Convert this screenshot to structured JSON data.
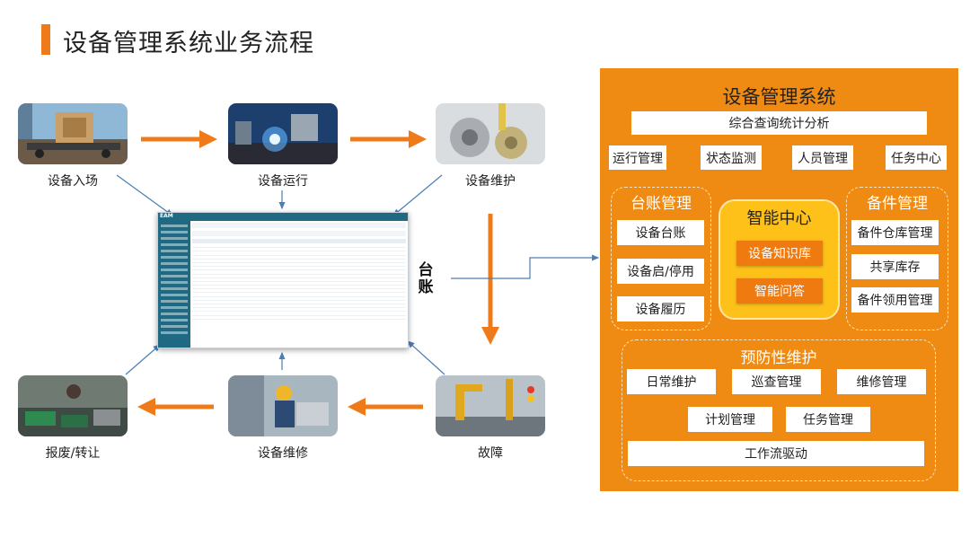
{
  "title": "设备管理系统业务流程",
  "flow": {
    "steps": [
      {
        "label": "设备入场"
      },
      {
        "label": "设备运行"
      },
      {
        "label": "设备维护"
      },
      {
        "label": "故障"
      },
      {
        "label": "设备维修"
      },
      {
        "label": "报废/转让"
      }
    ],
    "screen_logo": "EAM",
    "ledger_label": "台账"
  },
  "system": {
    "title": "设备管理系统",
    "top_bar": "综合查询统计分析",
    "modules": [
      "运行管理",
      "状态监测",
      "人员管理",
      "任务中心"
    ],
    "ledger": {
      "title": "台账管理",
      "items": [
        "设备台账",
        "设备启/停用",
        "设备履历"
      ]
    },
    "smart": {
      "title": "智能中心",
      "items": [
        "设备知识库",
        "智能问答"
      ]
    },
    "spare": {
      "title": "备件管理",
      "items": [
        "备件仓库管理",
        "共享库存",
        "备件领用管理"
      ]
    },
    "preventive": {
      "title": "预防性维护",
      "row1": [
        "日常维护",
        "巡查管理",
        "维修管理"
      ],
      "row2": [
        "计划管理",
        "任务管理"
      ],
      "bottom": "工作流驱动"
    }
  },
  "colors": {
    "accent": "#ef7a1a",
    "panel": "#ef8b12",
    "smart_center": "#fdc11a",
    "connector": "#4a7fb5"
  }
}
